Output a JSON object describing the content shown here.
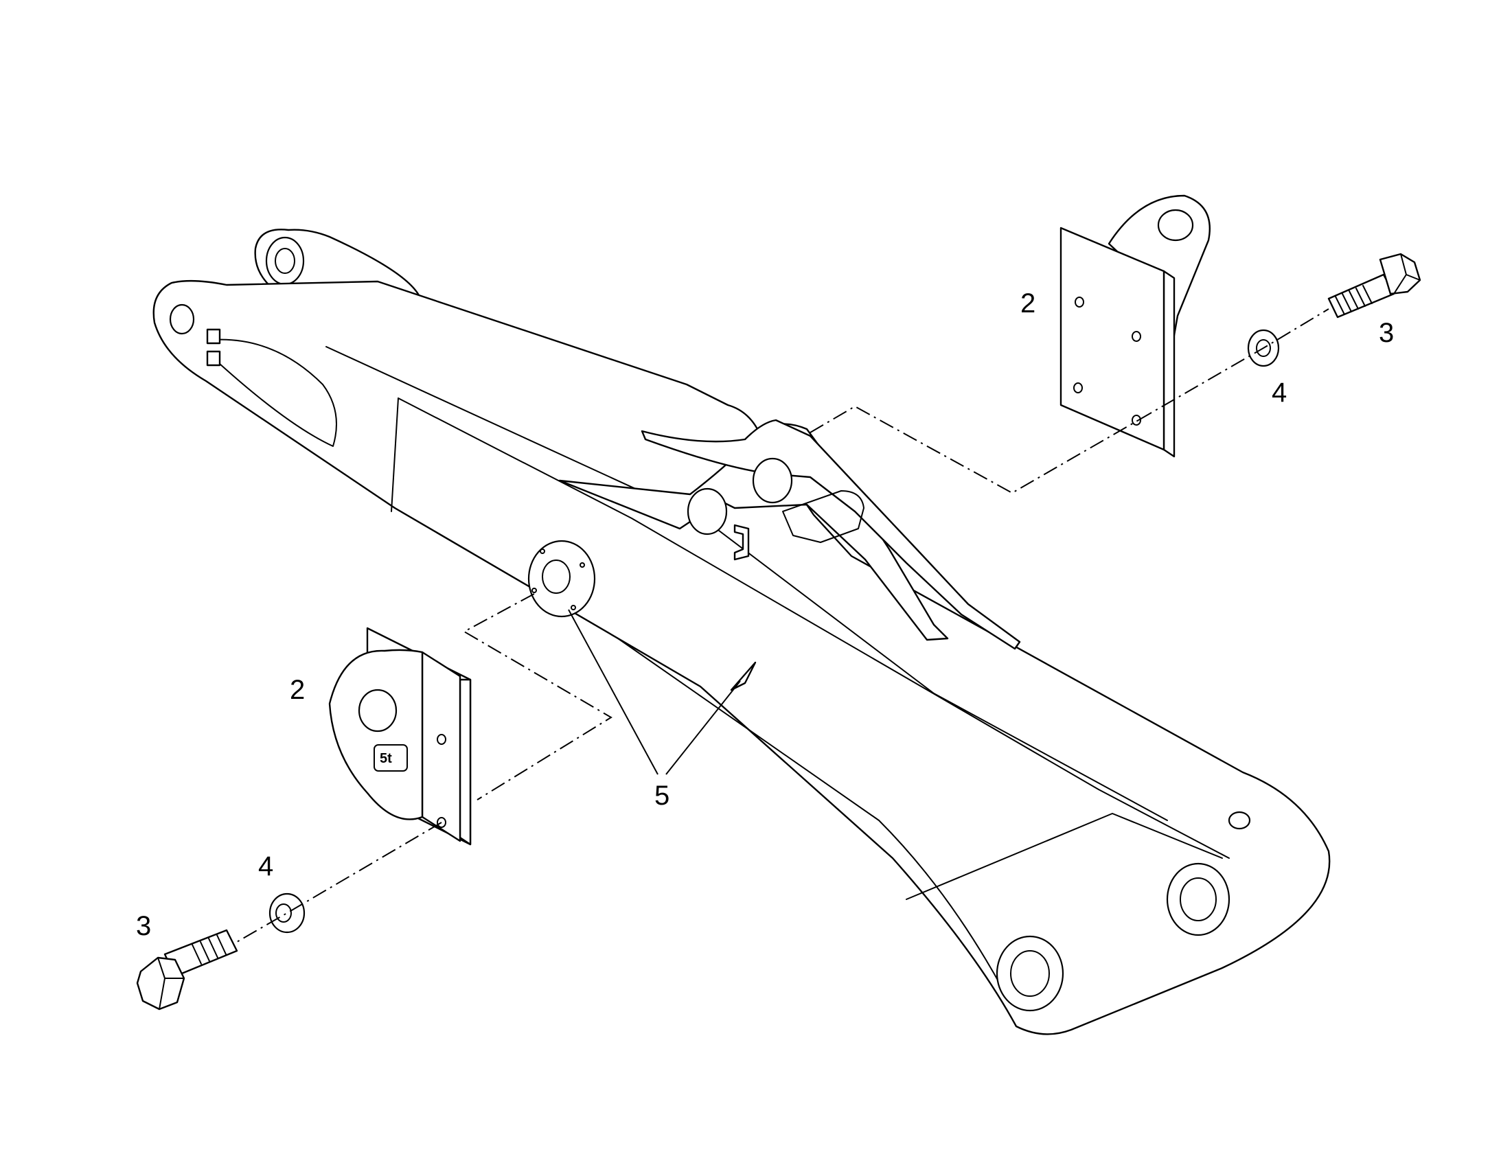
{
  "callouts": {
    "plate_upper": "2",
    "plate_lower": "2",
    "bolt_upper": "3",
    "bolt_lower": "3",
    "washer_upper": "4",
    "washer_lower": "4",
    "label_5": "5"
  },
  "plate_mark": "5t"
}
